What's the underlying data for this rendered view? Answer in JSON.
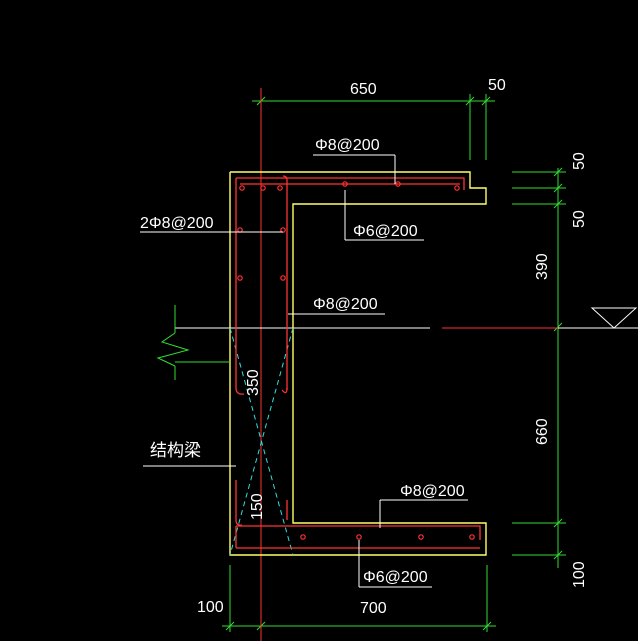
{
  "drawing": {
    "colors": {
      "background": "#000000",
      "outline": "#ffff66",
      "rebar": "#ff3333",
      "dimension": "#33dd33",
      "centerline": "#ff3333",
      "hidden": "#33dddd",
      "text": "#ffffff"
    },
    "dimensions": {
      "top_width": "650",
      "top_lip": "50",
      "right_top_1": "50",
      "right_top_2": "50",
      "right_mid": "390",
      "right_lower": "660",
      "right_bottom": "100",
      "bottom_left": "100",
      "bottom_width": "700",
      "inner_upper": "350",
      "inner_lower": "150"
    },
    "labels": {
      "top_bar": "Φ8@200",
      "top_dist": "Φ6@200",
      "left_bar": "2Φ8@200",
      "mid_bar": "Φ8@200",
      "bottom_bar": "Φ8@200",
      "bottom_dist": "Φ6@200",
      "beam": "结构梁"
    }
  }
}
